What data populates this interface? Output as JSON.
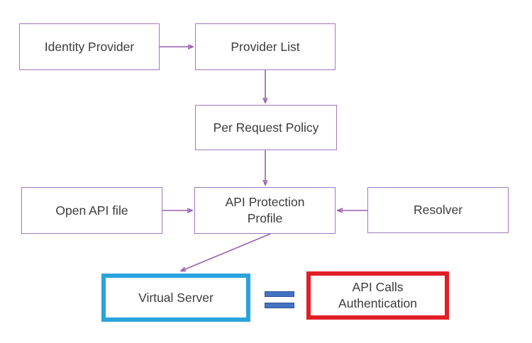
{
  "diagram": {
    "background": "#ffffff",
    "colors": {
      "node_border_purple": "#a276bd",
      "arrow_purple": "#9a5fae",
      "virtual_server_border_blue": "#29a3dc",
      "api_calls_auth_border_red": "#e01f26",
      "equals_fill_blue": "#4472c4",
      "equals_stroke_blue": "#2f528f",
      "text": "#3b3b3b"
    },
    "nodes": [
      {
        "id": "identity-provider",
        "label": "Identity Provider"
      },
      {
        "id": "provider-list",
        "label": "Provider List"
      },
      {
        "id": "per-request-policy",
        "label": "Per Request Policy"
      },
      {
        "id": "open-api-file",
        "label": "Open API file"
      },
      {
        "id": "api-protection-profile",
        "label": "API Protection Profile"
      },
      {
        "id": "resolver",
        "label": "Resolver"
      },
      {
        "id": "virtual-server",
        "label": "Virtual Server"
      },
      {
        "id": "api-calls-authentication",
        "label": "API Calls Authentication"
      }
    ],
    "connectors": [
      {
        "from": "identity-provider",
        "to": "provider-list"
      },
      {
        "from": "provider-list",
        "to": "per-request-policy"
      },
      {
        "from": "per-request-policy",
        "to": "api-protection-profile"
      },
      {
        "from": "open-api-file",
        "to": "api-protection-profile"
      },
      {
        "from": "resolver",
        "to": "api-protection-profile"
      },
      {
        "from": "api-protection-profile",
        "to": "virtual-server"
      }
    ],
    "equivalence": {
      "left": "virtual-server",
      "symbol": "=",
      "right": "api-calls-authentication"
    }
  }
}
